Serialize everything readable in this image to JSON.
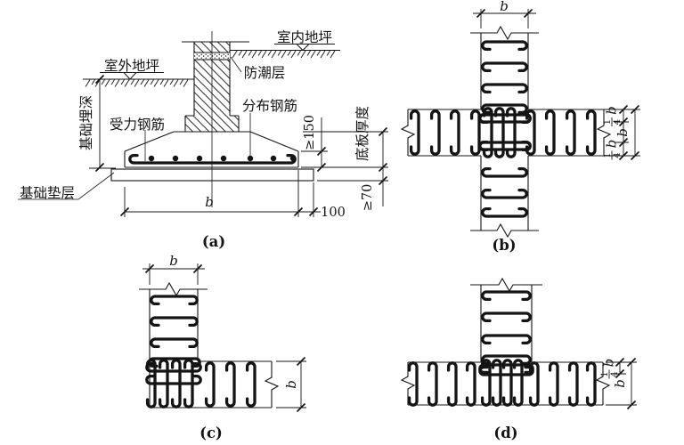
{
  "colors": {
    "ink": "#141414",
    "bg": "#ffffff"
  },
  "captions": {
    "a": "(a)",
    "b": "(b)",
    "c": "(c)",
    "d": "(d)"
  },
  "section": {
    "indoor_ground": "室内地坪",
    "outdoor_ground": "室外地坪",
    "damp_proof_course": "防潮层",
    "distribution_rebar": "分布钢筋",
    "load_bearing_rebar": "受力钢筋",
    "foundation_depth": "基础埋深",
    "foundation_cushion": "基础垫层",
    "slab_thickness": "底板厚度",
    "edge_height_min": "≥150",
    "cushion_thickness_min": "≥70",
    "footing_width": "b",
    "cushion_overhang": "100"
  },
  "plans": {
    "width_label": "b",
    "quarter_fraction": {
      "numerator": "1",
      "denominator": "4",
      "unit": "b"
    }
  }
}
